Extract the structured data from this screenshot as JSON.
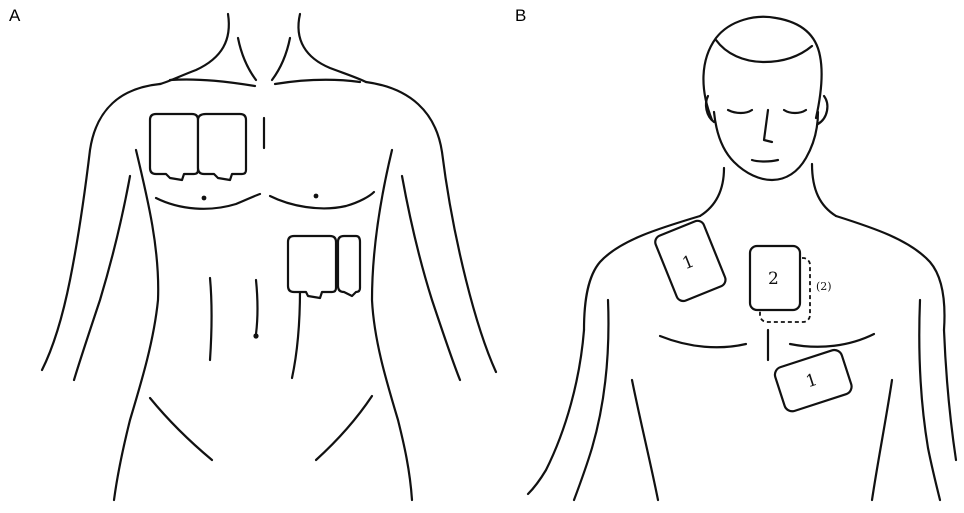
{
  "panels": {
    "a": {
      "label": "A"
    },
    "b": {
      "label": "B",
      "pad_labels": {
        "pad1_shoulder": "1",
        "pad2_chest": "2",
        "pad2_alt": "(2)",
        "pad1_side": "1"
      }
    }
  }
}
